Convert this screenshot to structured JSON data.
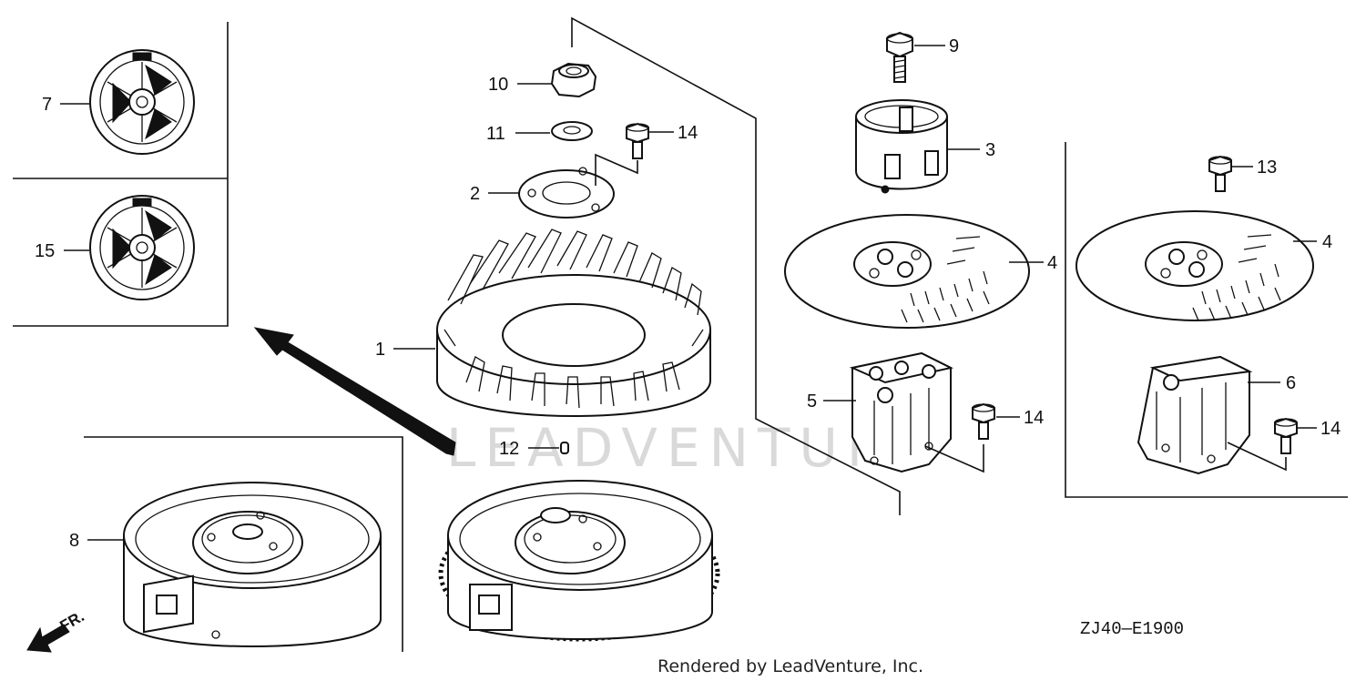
{
  "watermark": "LEADVENTURE",
  "callouts": {
    "c1": "1",
    "c2": "2",
    "c3": "3",
    "c4a": "4",
    "c4b": "4",
    "c5": "5",
    "c6": "6",
    "c7": "7",
    "c8": "8",
    "c9": "9",
    "c10": "10",
    "c11": "11",
    "c12": "12",
    "c13": "13",
    "c14a": "14",
    "c14b": "14",
    "c14c": "14",
    "c15": "15"
  },
  "front_label": "FR.",
  "diagram_code": "ZJ40—E1900",
  "footer": "Rendered by LeadVenture, Inc."
}
